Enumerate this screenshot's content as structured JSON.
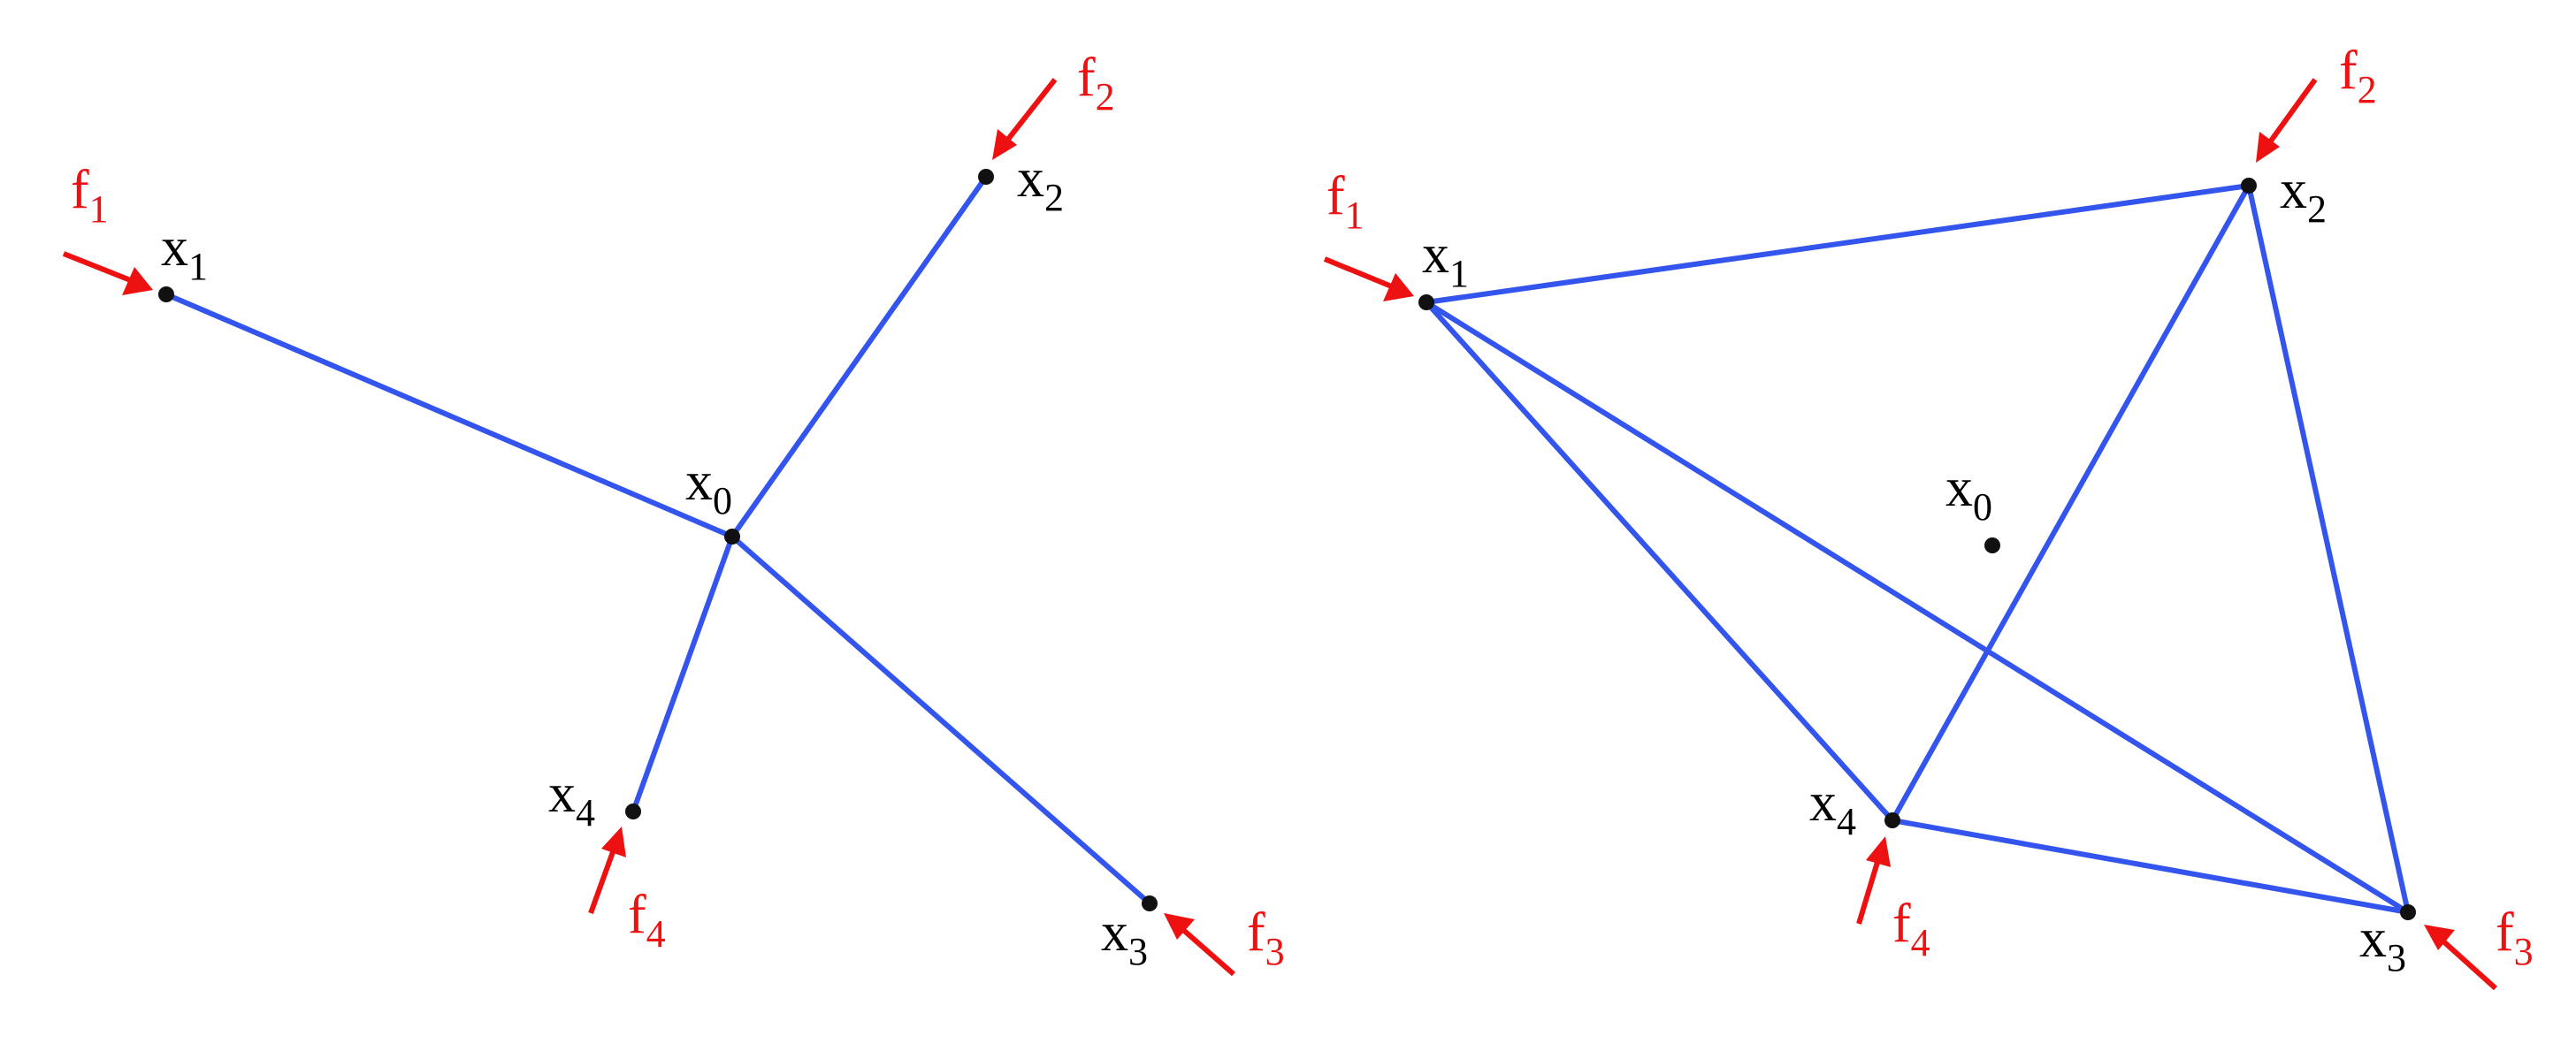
{
  "colors": {
    "edge": "#3355ee",
    "force": "#ee1111",
    "node": "#111111",
    "dashed": "#ee2222"
  },
  "panels": [
    {
      "id": "left",
      "nodes": [
        {
          "base": "x",
          "sub": "0"
        },
        {
          "base": "x",
          "sub": "1"
        },
        {
          "base": "x",
          "sub": "2"
        },
        {
          "base": "x",
          "sub": "3"
        },
        {
          "base": "x",
          "sub": "4"
        }
      ],
      "forces": [
        {
          "base": "f",
          "sub": "1"
        },
        {
          "base": "f",
          "sub": "2"
        },
        {
          "base": "f",
          "sub": "3"
        },
        {
          "base": "f",
          "sub": "4"
        }
      ]
    },
    {
      "id": "right",
      "nodes": [
        {
          "base": "x",
          "sub": "0"
        },
        {
          "base": "x",
          "sub": "1"
        },
        {
          "base": "x",
          "sub": "2"
        },
        {
          "base": "x",
          "sub": "3"
        },
        {
          "base": "x",
          "sub": "4"
        }
      ],
      "forces": [
        {
          "base": "f",
          "sub": "1"
        },
        {
          "base": "f",
          "sub": "2"
        },
        {
          "base": "f",
          "sub": "3"
        },
        {
          "base": "f",
          "sub": "4"
        }
      ]
    }
  ]
}
